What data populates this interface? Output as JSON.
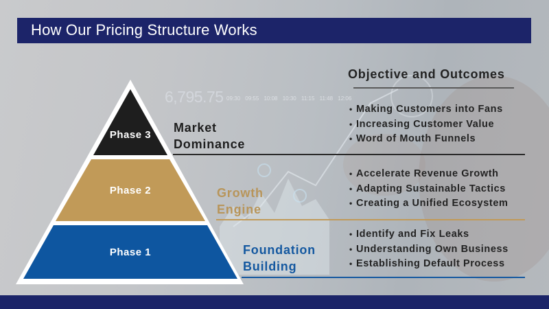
{
  "header": {
    "title": "How Our Pricing Structure Works"
  },
  "background": {
    "ticker_value": "6,795.75",
    "ticker_times": "09:30 09:55 10:08 10:30 11:15 11:48 12:06"
  },
  "objectives": {
    "heading": "Objective and Outcomes"
  },
  "colors": {
    "title_bar": "#1c2469",
    "phase3": "#1e1e1e",
    "phase2": "#c19a58",
    "phase1": "#0e56a0",
    "growth_text": "#b8955a",
    "foundation_text": "#1458a0"
  },
  "phases": [
    {
      "label": "Phase 3",
      "name_line1": "Market",
      "name_line2": "Dominance",
      "outcomes": [
        "Making Customers into Fans",
        "Increasing Customer Value",
        "Word of Mouth Funnels"
      ]
    },
    {
      "label": "Phase 2",
      "name_line1": "Growth",
      "name_line2": "Engine",
      "outcomes": [
        "Accelerate Revenue Growth",
        "Adapting Sustainable Tactics",
        "Creating a Unified Ecosystem"
      ]
    },
    {
      "label": "Phase 1",
      "name_line1": "Foundation",
      "name_line2": "Building",
      "outcomes": [
        "Identify and Fix Leaks",
        "Understanding Own Business",
        "Establishing Default Process"
      ]
    }
  ]
}
